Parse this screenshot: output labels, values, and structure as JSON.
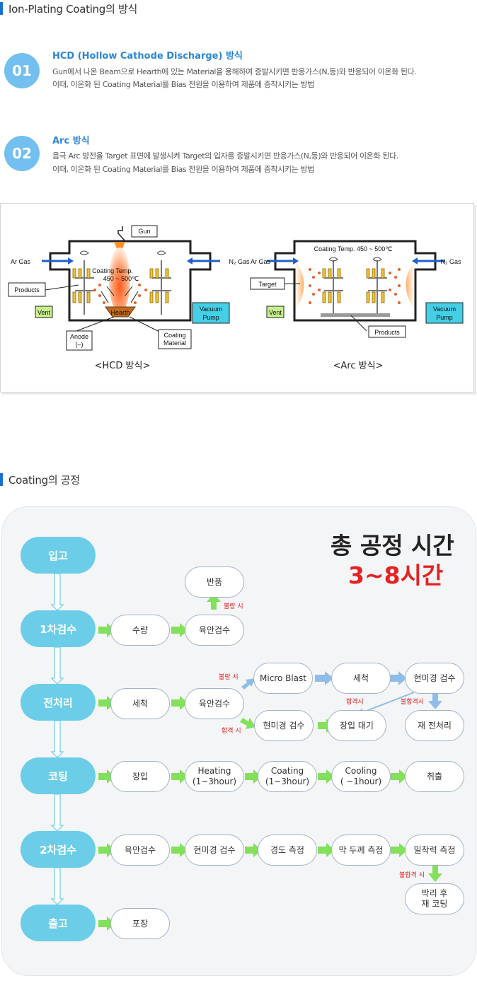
{
  "section1": {
    "title": "Ion-Plating Coating의 방식",
    "methods": [
      {
        "num": "01",
        "title": "HCD (Hollow Cathode Discharge) 방식",
        "line1": "Gun에서 나온 Beam으로 Hearth에 있는 Material을 용해하여 증발시키면 반응가스(N,등)와 반응되어 이온화 된다.",
        "line2": "이때, 이온화 된 Coating Material를 Bias 전원을 이용하여 제품에 증착시키는 방법"
      },
      {
        "num": "02",
        "title": "Arc 방식",
        "line1": "음극 Arc 방전을 Target 표면에 발생시켜 Target의 입자를 증발시키면 반응가스(N,등)와 반응되어 이온화 된다.",
        "line2": "이때, 이온화 된 Coating Material를 Bias 전원을 이용하여 제품에 증착시키는 방법"
      }
    ]
  },
  "diagram": {
    "hcd": {
      "gun": "Gun",
      "ar_gas": "Ar  Gas",
      "n2_gas": "N₂  Gas",
      "products": "Products",
      "vent": "Vent",
      "vacuum": "Vacuum",
      "pump": "Pump",
      "temp1": "Coating Temp.",
      "temp2": "450 ~ 500℃",
      "hearth": "Hearth",
      "anode1": "Anode",
      "anode2": "(–)",
      "material1": "Coating",
      "material2": "Material",
      "caption": "<HCD 방식>"
    },
    "arc": {
      "temp": "Coating Temp. 450 ~ 500℃",
      "ar_gas": "Ar  Gas",
      "n2_gas": "N₂  Gas",
      "target": "Target",
      "vent": "Vent",
      "vacuum": "Vacuum",
      "pump": "Pump",
      "products": "Products",
      "caption": "<Arc 방식>"
    }
  },
  "section2": {
    "title": "Coating의 공정"
  },
  "process": {
    "total_label": "총 공정 시간",
    "total_time": "3~8시간",
    "steps": [
      "입고",
      "1차검수",
      "전처리",
      "코팅",
      "2차검수",
      "출고"
    ],
    "inspect1": {
      "qty": "수량",
      "visual": "육안검수",
      "return": "반품",
      "fail": "불량 시"
    },
    "pretreat": {
      "wash": "세척",
      "visual": "육안검수",
      "fail": "불량 시",
      "pass": "합격 시",
      "micro": "Micro Blast",
      "wash2": "세척",
      "micro_check": "현미경 검수",
      "micro_check2": "현미경 검수",
      "wait": "장입 대기",
      "pass2": "합격시",
      "fail2": "불합격시",
      "retreat": "재 전처리"
    },
    "coating": {
      "load": "장입",
      "heating1": "Heating",
      "heating2": "(1~3hour)",
      "coat1": "Coating",
      "coat2": "(1~3hour)",
      "cool1": "Cooling",
      "cool2": "( ~1hour)",
      "unload": "취출"
    },
    "inspect2": {
      "visual": "육안검수",
      "micro": "현미경 검수",
      "hardness": "경도 측정",
      "thickness": "막 두께 측정",
      "adhesion": "밀착력 측정",
      "fail": "불합격 시",
      "recoat1": "박리 후",
      "recoat2": "재 코팅"
    },
    "ship": {
      "pack": "포장"
    }
  }
}
